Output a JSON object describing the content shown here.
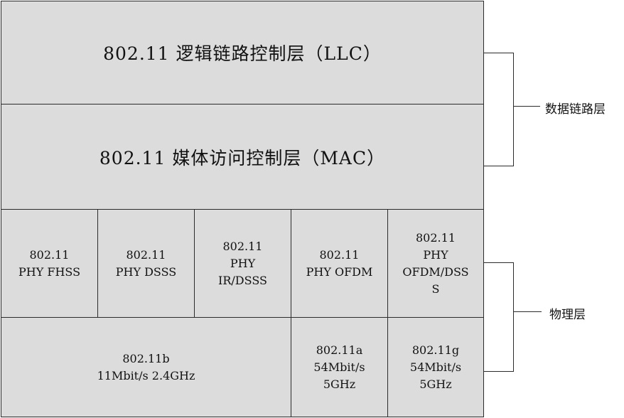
{
  "mac_layers": {
    "llc": "802.11 逻辑链路控制层（LLC）",
    "mac": "802.11 媒体访问控制层（MAC）"
  },
  "phy_row": [
    [
      "802.11",
      "PHY FHSS"
    ],
    [
      "802.11",
      "PHY DSSS"
    ],
    [
      "802.11",
      "PHY",
      "IR/DSSS"
    ],
    [
      "802.11",
      "PHY OFDM"
    ],
    [
      "802.11",
      "PHY",
      "OFDM/DSS",
      "S"
    ]
  ],
  "std_row": [
    [
      "802.11b",
      "11Mbit/s 2.4GHz"
    ],
    [
      "802.11a",
      "54Mbit/s",
      "5GHz"
    ],
    [
      "802.11g",
      "54Mbit/s",
      "5GHz"
    ]
  ],
  "labels": {
    "data_link": "数据链路层",
    "physical": "物理层"
  }
}
